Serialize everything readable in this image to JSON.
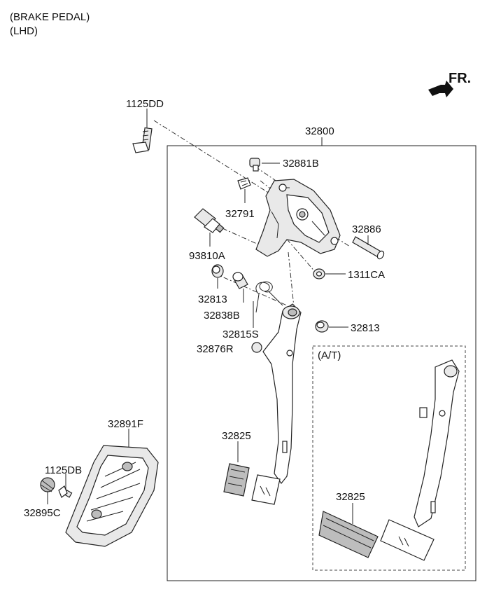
{
  "header": {
    "title": "(BRAKE PEDAL)",
    "subtitle": "(LHD)"
  },
  "direction": {
    "label": "FR."
  },
  "assembly_label": "32800",
  "at_label": "(A/T)",
  "parts": {
    "bolt_top": "1125DD",
    "nut": "32881B",
    "clip": "32791",
    "switch": "93810A",
    "pin": "32886",
    "nut2": "1311CA",
    "bushing_left": "32813",
    "sleeve": "32838B",
    "spring": "32815S",
    "bushing_right": "32813",
    "stopper": "32876R",
    "pad": "32825",
    "pad_at": "32825",
    "cover": "32891F",
    "bolt_small": "1125DB",
    "cap": "32895C"
  }
}
